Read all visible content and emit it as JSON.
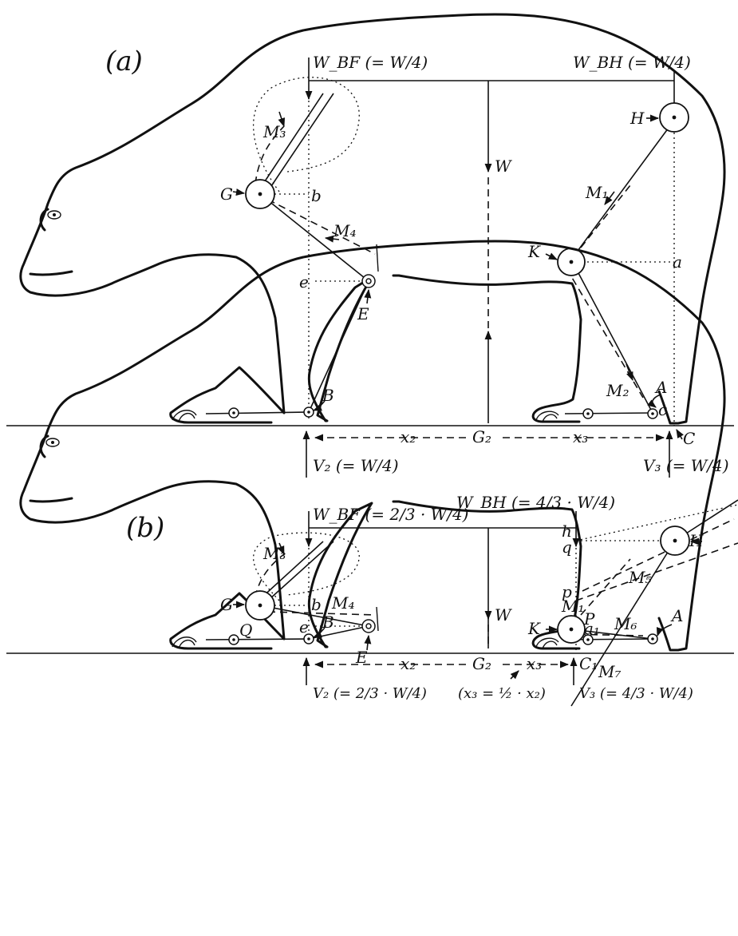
{
  "panel_a": {
    "title": "(a)",
    "w_bf": "W_BF (= W/4)",
    "w_bh": "W_BH (= W/4)",
    "w": "W",
    "v2": "V₂ (= W/4)",
    "v3": "V₃ (= W/4)",
    "x2": "x₂",
    "x3": "x₃",
    "g2": "G₂",
    "points": {
      "H": "H",
      "G": "G",
      "K": "K",
      "E": "E",
      "B": "B",
      "A": "A",
      "C": "C",
      "a": "a",
      "b": "b",
      "c": "c",
      "e": "e"
    },
    "muscles": {
      "M1": "M₁",
      "M2": "M₂",
      "M3": "M₃",
      "M4": "M₄"
    }
  },
  "panel_b": {
    "title": "(b)",
    "w_bf": "W_BF (= 2/3 · W/4)",
    "w_bh": "W_BH (= 4/3 · W/4)",
    "w": "W",
    "v2": "V₂ (= 2/3 · W/4)",
    "v3": "V₃ (= 4/3 · W/4)",
    "x2": "x₂",
    "x3": "x₃",
    "x3_note": "(x₃ = ½ · x₂)",
    "g2": "G₂",
    "points": {
      "H": "H",
      "G": "G",
      "K": "K",
      "E": "E",
      "B": "B",
      "A": "A",
      "C1": "C₁",
      "P": "P",
      "Q": "Q",
      "a1": "a₁",
      "b": "b",
      "e": "e",
      "h": "h",
      "q": "q",
      "p": "p"
    },
    "muscles": {
      "M1": "M₁",
      "M3": "M₃",
      "M4": "M₄",
      "M5": "M₅",
      "M6": "M₆",
      "M7": "M₇"
    }
  }
}
